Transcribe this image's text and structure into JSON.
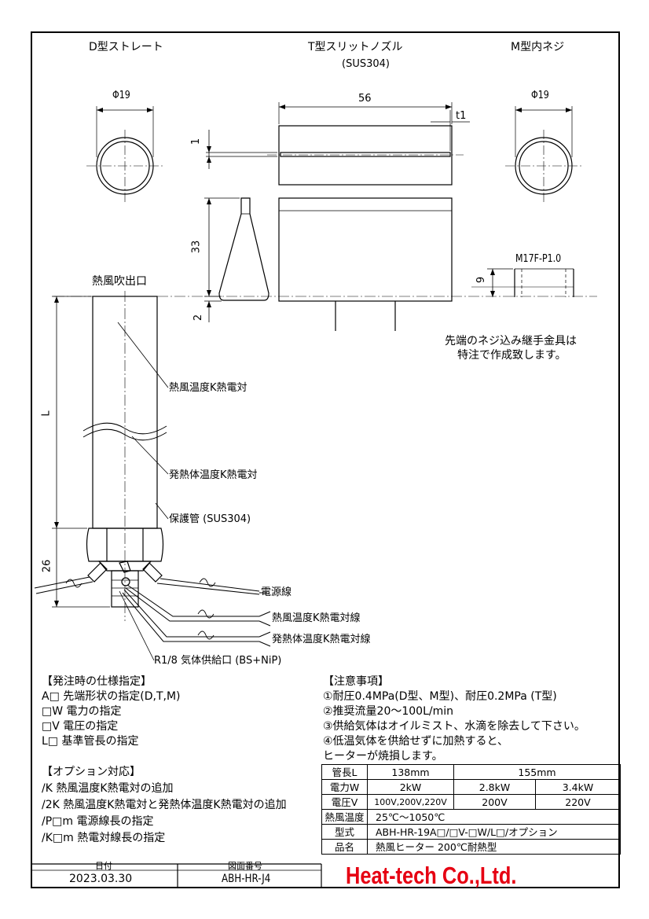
{
  "views": {
    "d_type": "D型ストレート",
    "t_type": "T型スリットノズル",
    "t_material": "(SUS304)",
    "m_type": "M型内ネジ"
  },
  "dims": {
    "phi_left": "Φ19",
    "phi_right": "Φ19",
    "width_56": "56",
    "t1": "t1",
    "slit_1": "1",
    "height_33": "33",
    "gap_2": "2",
    "thread_spec": "M17F-P1.0",
    "thread_depth": "9",
    "length_L": "L",
    "hex_26": "26"
  },
  "labels": {
    "outlet": "熱風吹出口",
    "tip_note_1": "先端のネジ込み継手金具は",
    "tip_note_2": "特注で作成致します。",
    "tc_hot_air": "熱風温度K熱電対",
    "tc_heater": "発熱体温度K熱電対",
    "protect_tube": "保護管 (SUS304)",
    "power_wire": "電源線",
    "tc_hot_air_wire": "熱風温度K熱電対線",
    "tc_heater_wire": "発熱体温度K熱電対線",
    "gas_inlet": "R1/8 気体供給口 (BS+NiP)"
  },
  "spec": {
    "title": "【発注時の仕様指定】",
    "items": [
      "A□ 先端形状の指定(D,T,M)",
      "□W 電力の指定",
      "□V 電圧の指定",
      "L□ 基準管長の指定"
    ]
  },
  "options": {
    "title": "【オプション対応】",
    "items": [
      "/K  熱風温度K熱電対の追加",
      "/2K 熱風温度K熱電対と発熱体温度K熱電対の追加",
      "/P□m 電源線長の指定",
      "/K□m 熱電対線長の指定"
    ]
  },
  "notes": {
    "title": "【注意事項】",
    "items": [
      "①耐圧0.4MPa(D型、M型)、耐圧0.2MPa (T型)",
      "②推奨流量20～100L/min",
      "③供給気体はオイルミスト、水滴を除去して下さい。",
      "④低温気体を供給せずに加熱すると、",
      "ヒーターが焼損します。"
    ]
  },
  "table": {
    "length_label": "管長L",
    "length_1": "138mm",
    "length_2": "155mm",
    "power_label": "電力W",
    "power_1": "2kW",
    "power_2": "2.8kW",
    "power_3": "3.4kW",
    "voltage_label": "電圧V",
    "voltage_1": "100V,200V,220V",
    "voltage_2": "200V",
    "voltage_3": "220V",
    "temp_label": "熱風温度",
    "temp_value": "25℃～1050℃",
    "model_label": "型式",
    "model_value": "ABH-HR-19A□/□V-□W/L□/オプション",
    "name_label": "品名",
    "name_value": "熱風ヒーター 200℃耐熱型"
  },
  "title_block": {
    "date_label": "日付",
    "date_value": "2023.03.30",
    "drawing_no_label": "図面番号",
    "drawing_no_value": "ABH-HR-J4"
  },
  "company": "Heat-tech Co.,Ltd.",
  "colors": {
    "company": "#e60012",
    "line": "#000000"
  }
}
